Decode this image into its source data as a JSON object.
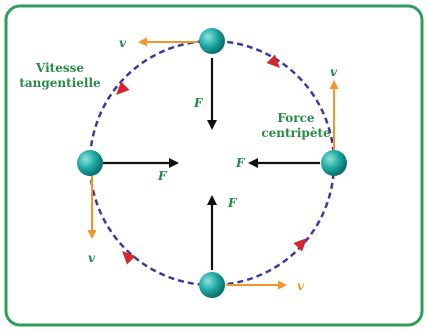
{
  "labels": {
    "velocity_title_line1": "Vitesse",
    "velocity_title_line2": "tangentielle",
    "force_title_line1": "Force",
    "force_title_line2": "centripète",
    "v_top": "v",
    "v_right": "v",
    "v_left": "v",
    "v_bottom": "v",
    "f_top": "F",
    "f_right": "F",
    "f_left": "F",
    "f_bottom": "F"
  },
  "colors": {
    "frame": "#2e9e5a",
    "circle": "#3b3b9e",
    "ball": "#1faaa5",
    "velocity": "#f0962b",
    "force": "#111111",
    "direction_marker": "#d42631",
    "title_text": "#2a8a46",
    "symbol_text": "#1e8a46"
  }
}
